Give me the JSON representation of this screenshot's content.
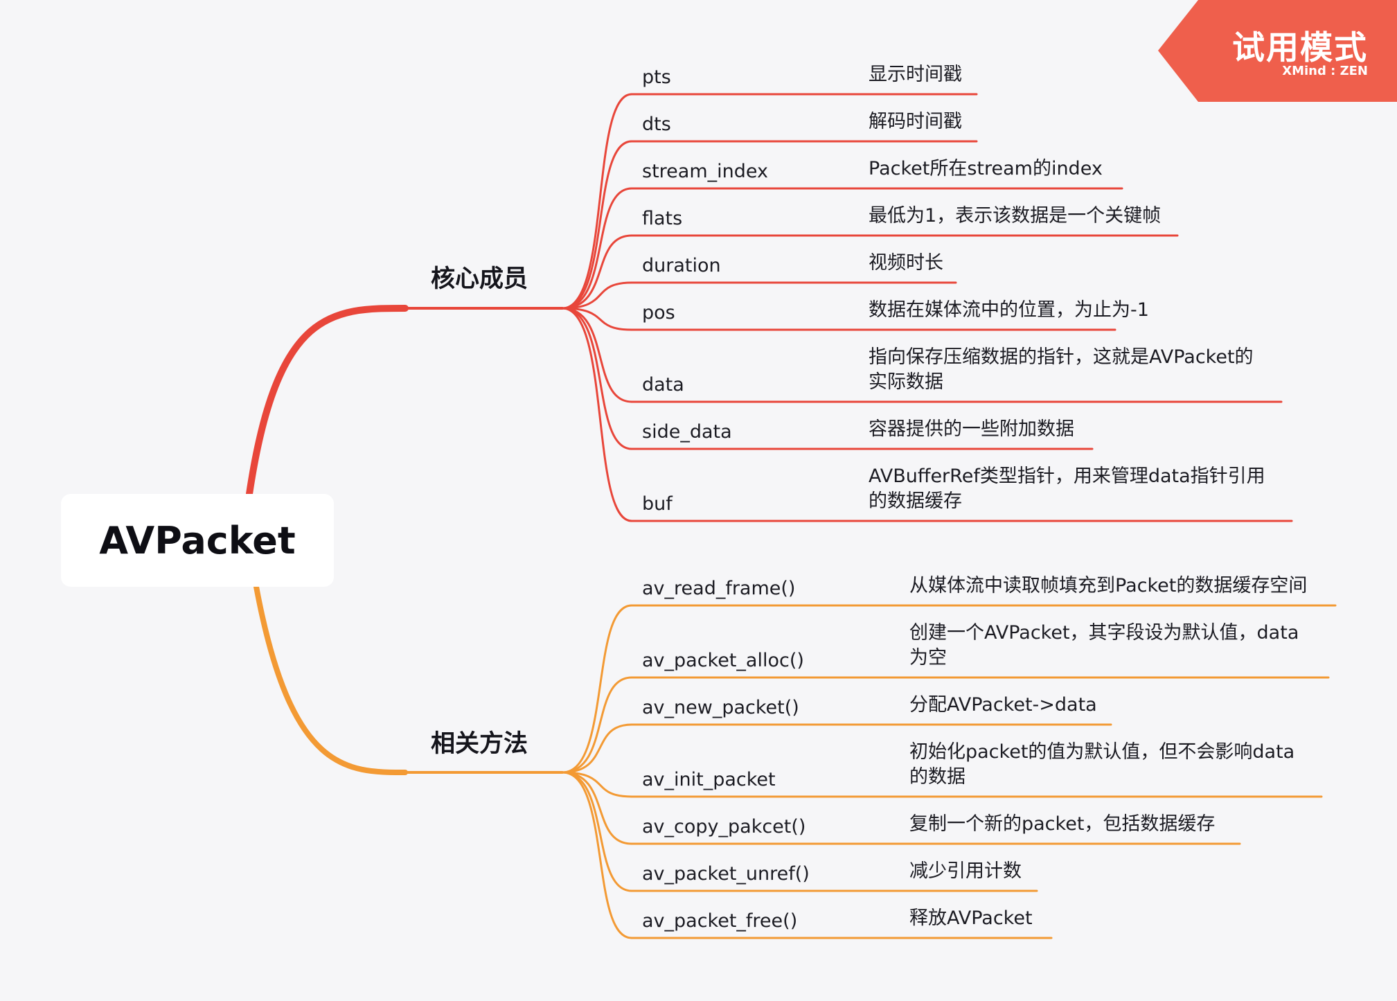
{
  "root": {
    "label": "AVPacket"
  },
  "colors": {
    "members": "#e8463a",
    "methods": "#f39a34",
    "watermark": "#ef5f4c"
  },
  "watermark": {
    "title": "试用模式",
    "brand": "XMind : ZEN"
  },
  "branches": [
    {
      "label": "核心成员",
      "color_key": "members",
      "items": [
        {
          "name": "pts",
          "desc": [
            "显示时间戳"
          ]
        },
        {
          "name": "dts",
          "desc": [
            "解码时间戳"
          ]
        },
        {
          "name": "stream_index",
          "desc": [
            "Packet所在stream的index"
          ]
        },
        {
          "name": "flats",
          "desc": [
            "最低为1，表示该数据是一个关键帧"
          ]
        },
        {
          "name": "duration",
          "desc": [
            "视频时长"
          ]
        },
        {
          "name": "pos",
          "desc": [
            "数据在媒体流中的位置，为止为-1"
          ]
        },
        {
          "name": "data",
          "desc": [
            "指向保存压缩数据的指针，这就是AVPacket的",
            "实际数据"
          ]
        },
        {
          "name": "side_data",
          "desc": [
            "容器提供的一些附加数据"
          ]
        },
        {
          "name": "buf",
          "desc": [
            "AVBufferRef类型指针，用来管理data指针引用",
            "的数据缓存"
          ]
        }
      ]
    },
    {
      "label": "相关方法",
      "color_key": "methods",
      "items": [
        {
          "name": "av_read_frame()",
          "desc": [
            "从媒体流中读取帧填充到Packet的数据缓存空间"
          ]
        },
        {
          "name": "av_packet_alloc()",
          "desc": [
            "创建一个AVPacket，其字段设为默认值，data",
            "为空"
          ]
        },
        {
          "name": "av_new_packet()",
          "desc": [
            "分配AVPacket->data"
          ]
        },
        {
          "name": "av_init_packet",
          "desc": [
            "初始化packet的值为默认值，但不会影响data",
            "的数据"
          ]
        },
        {
          "name": "av_copy_pakcet()",
          "desc": [
            "复制一个新的packet，包括数据缓存"
          ]
        },
        {
          "name": "av_packet_unref()",
          "desc": [
            "减少引用计数"
          ]
        },
        {
          "name": "av_packet_free()",
          "desc": [
            "释放AVPacket"
          ]
        }
      ]
    }
  ]
}
